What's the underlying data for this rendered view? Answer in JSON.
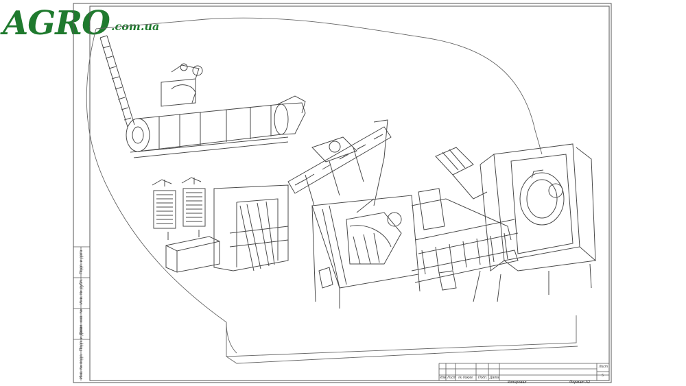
{
  "logo": {
    "brand": "AGRO",
    "domain": ".com.ua",
    "color": "#1f7a2e"
  },
  "frame": {
    "side_labels": [
      "Инв. № подл.",
      "Подп. и дата",
      "Взам. инв. №",
      "Инв. № дубл.",
      "Подп. и дата"
    ]
  },
  "title_block": {
    "columns": [
      "Изм",
      "Лист",
      "№ докум.",
      "Подп.",
      "Дата"
    ],
    "sheet_label": "Лист",
    "sheet_number": "5",
    "copied": "Копировал",
    "format": "Формат A2"
  },
  "colors": {
    "line": "#4a4a4a",
    "frame": "#555555"
  }
}
